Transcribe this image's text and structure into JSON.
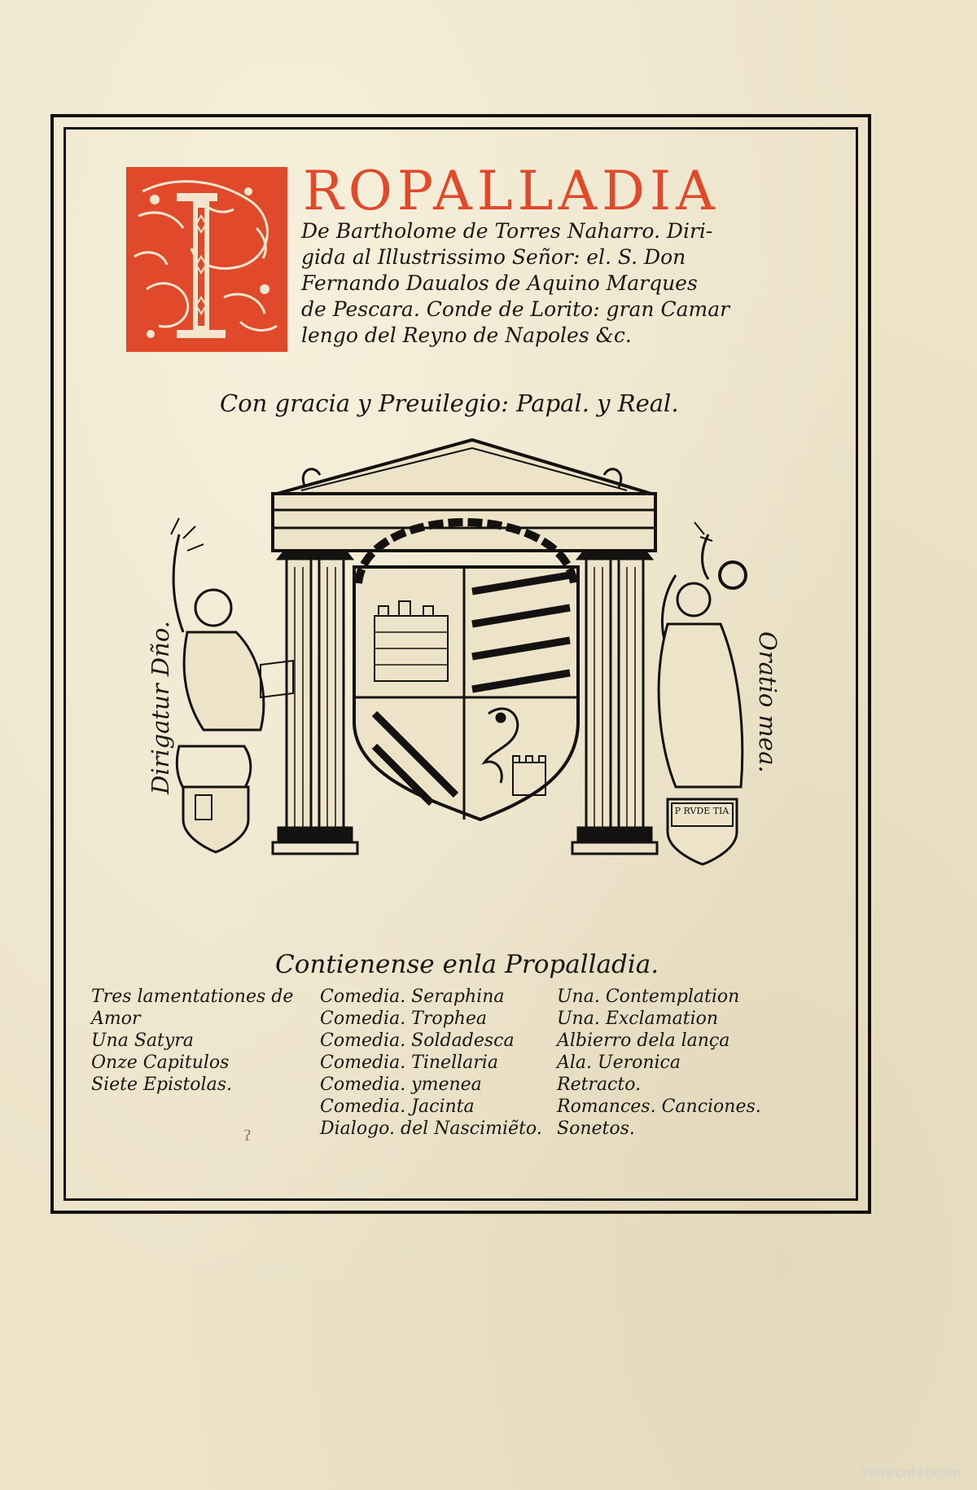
{
  "title": {
    "initial": "P",
    "rest": "ROPALLADIA"
  },
  "subtitle_lines": [
    "De Bartholome de Torres Naharro. Diri-",
    "gida al Illustrissimo Señor: el. S. Don",
    "Fernando Daualos de Aquino Marques",
    "de Pescara. Conde de Lorito: gran Camar",
    "lengo del Reyno de Napoles &c."
  ],
  "privilege": "Con gracia y Preuilegio: Papal. y Real.",
  "woodcut": {
    "left_motto": "Dirigatur Dño.",
    "right_motto": "Oratio mea.",
    "plaque_text": "P RVDE TIA"
  },
  "contents": {
    "heading": "Contienense enla Propalladia.",
    "column1": [
      "Tres lamentationes de",
      "Amor",
      "Una Satyra",
      "Onze Capitulos",
      "Siete Epistolas."
    ],
    "column2": [
      "Comedia. Seraphina",
      "Comedia. Trophea",
      "Comedia. Soldadesca",
      "Comedia. Tinellaria",
      "Comedia. ymenea",
      "Comedia. Jacinta",
      "Dialogo. del Nascimiẽto."
    ],
    "column3": [
      "Una. Contemplation",
      "Una. Exclamation",
      "Albierro dela lança",
      "Ala. Ueronica",
      "Retracto.",
      "Romances. Canciones.",
      "Sonetos."
    ]
  },
  "watermark": "todocoleccion",
  "colors": {
    "paper": "#ece3c9",
    "ink": "#1a1612",
    "red": "#e04a2a"
  }
}
